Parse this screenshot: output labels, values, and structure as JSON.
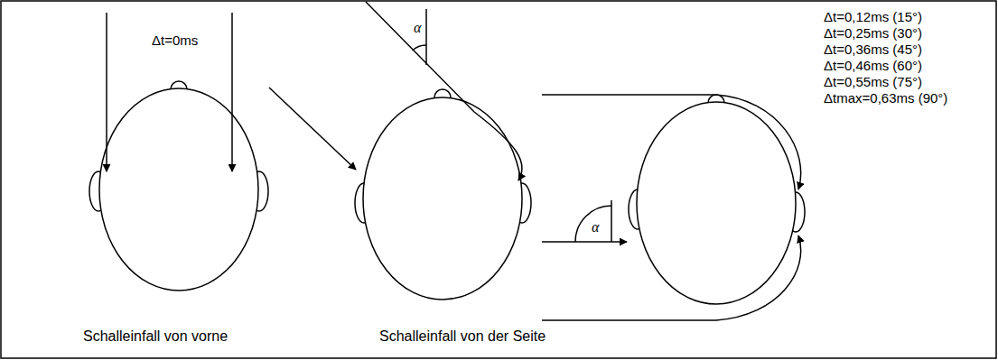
{
  "diagram": {
    "labels": [
      "Δt=0ms",
      "α",
      "α",
      "Δt=0,12ms (15°)",
      "Δt=0,25ms (30°)",
      "Δt=0,36ms (45°)",
      "Δt=0,46ms (60°)",
      "Δt=0,55ms (75°)",
      "Δtmax=0,63ms (90°)",
      "Schalleinfall von vorne",
      "Schalleinfall von der Seite"
    ]
  }
}
